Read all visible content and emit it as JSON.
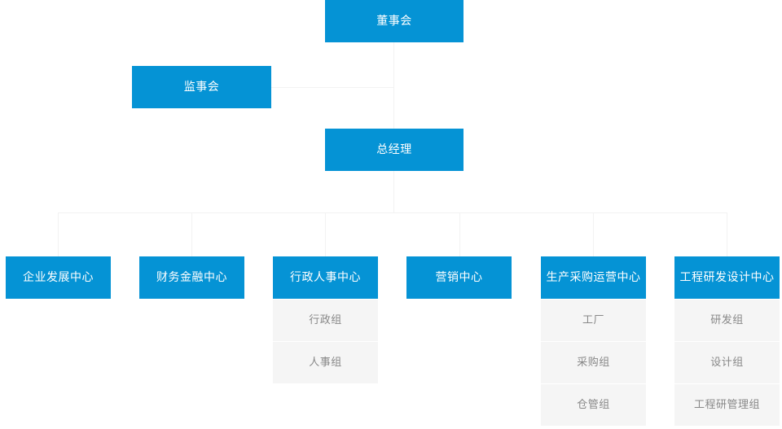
{
  "chart": {
    "title": "",
    "accent_color": "#0593d5",
    "sub_color": "#f5f5f5",
    "line_color": "#f2f2f2",
    "nodes": {
      "board_of_directors": "董事会",
      "board_of_supervisors": "监事会",
      "general_manager": "总经理"
    },
    "departments": [
      {
        "label": "企业发展中心",
        "children": []
      },
      {
        "label": "财务金融中心",
        "children": []
      },
      {
        "label": "行政人事中心",
        "children": [
          "行政组",
          "人事组"
        ]
      },
      {
        "label": "营销中心",
        "children": []
      },
      {
        "label": "生产采购运营中心",
        "children": [
          "工厂",
          "采购组",
          "仓管组"
        ]
      },
      {
        "label": "工程研发设计中心",
        "children": [
          "研发组",
          "设计组",
          "工程研管理组"
        ]
      }
    ]
  }
}
